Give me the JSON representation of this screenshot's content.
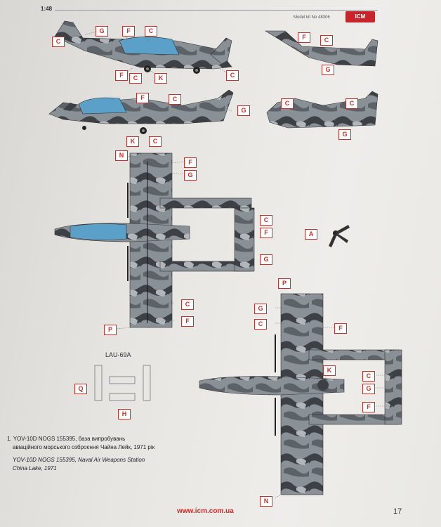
{
  "header": {
    "scale": "1:48",
    "kit": "Model kit No 48306",
    "logo": "ICM"
  },
  "callout_letters": [
    "A",
    "C",
    "F",
    "G",
    "H",
    "K",
    "N",
    "P",
    "Q"
  ],
  "captions": {
    "line1": "1. YOV-10D NOGS 155395, база випробувань",
    "line2": "авіаційного морського озброєння Чайна Лейк, 1971 рік",
    "line3": "YOV-10D NOGS 155395, Naval Air Weapons Station",
    "line4": "China Lake, 1971"
  },
  "pod_label": "LAU-69A",
  "footer": {
    "url": "www.icm.com.ua",
    "page": "17"
  },
  "colors": {
    "callout": "#c8302a",
    "camo_dark": "#3d4145",
    "camo_mid": "#6e747a",
    "camo_light": "#9aa1a6",
    "canopy": "#5aa0c8"
  },
  "icons": [
    "aircraft-side-view",
    "aircraft-top-view",
    "aircraft-bottom-view",
    "propeller-icon",
    "rocket-pod-icon"
  ]
}
